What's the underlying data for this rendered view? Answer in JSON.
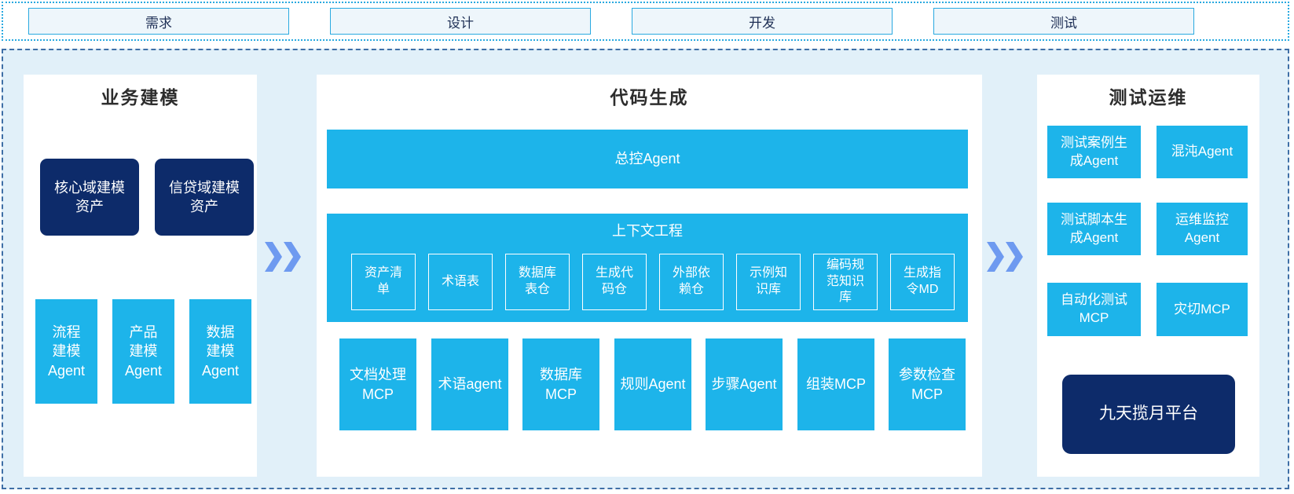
{
  "phases": {
    "items": [
      {
        "label": "需求"
      },
      {
        "label": "设计"
      },
      {
        "label": "开发"
      },
      {
        "label": "测试"
      }
    ]
  },
  "business": {
    "title": "业务建模",
    "assets": [
      {
        "label": "核心域建模\n资产"
      },
      {
        "label": "信贷域建模\n资产"
      }
    ],
    "agents": [
      {
        "label": "流程\n建模\nAgent"
      },
      {
        "label": "产品\n建模\nAgent"
      },
      {
        "label": "数据\n建模\nAgent"
      }
    ]
  },
  "codegen": {
    "title": "代码生成",
    "master_agent": "总控Agent",
    "context": {
      "title": "上下文工程",
      "items": [
        {
          "label": "资产清\n单"
        },
        {
          "label": "术语表"
        },
        {
          "label": "数据库\n表仓"
        },
        {
          "label": "生成代\n码仓"
        },
        {
          "label": "外部依\n赖仓"
        },
        {
          "label": "示例知\n识库"
        },
        {
          "label": "编码规\n范知识\n库"
        },
        {
          "label": "生成指\n令MD"
        }
      ]
    },
    "workers": [
      {
        "label": "文档处理\nMCP"
      },
      {
        "label": "术语agent"
      },
      {
        "label": "数据库\nMCP"
      },
      {
        "label": "规则Agent"
      },
      {
        "label": "步骤Agent"
      },
      {
        "label": "组装MCP"
      },
      {
        "label": "参数检查\nMCP"
      }
    ]
  },
  "testops": {
    "title": "测试运维",
    "agents": [
      {
        "label": "测试案例生\n成Agent"
      },
      {
        "label": "混沌Agent"
      },
      {
        "label": "测试脚本生\n成Agent"
      },
      {
        "label": "运维监控\nAgent"
      },
      {
        "label": "自动化测试\nMCP"
      },
      {
        "label": "灾切MCP"
      }
    ],
    "platform": "九天揽月平台"
  },
  "icons": {
    "flow_arrow": "double-chevron-right"
  },
  "colors": {
    "cyan": "#1db4ea",
    "navy": "#0d2b6a",
    "panel_bg": "#ffffff",
    "canvas_bg": "#e1f0f9",
    "arrow": "#6e9af0",
    "phase_border": "#29a9e0",
    "dashed_border": "#3f6fa6",
    "phase_bg": "#eef6fb",
    "phase_text": "#1e2f55",
    "title_text": "#2d2d2d"
  }
}
